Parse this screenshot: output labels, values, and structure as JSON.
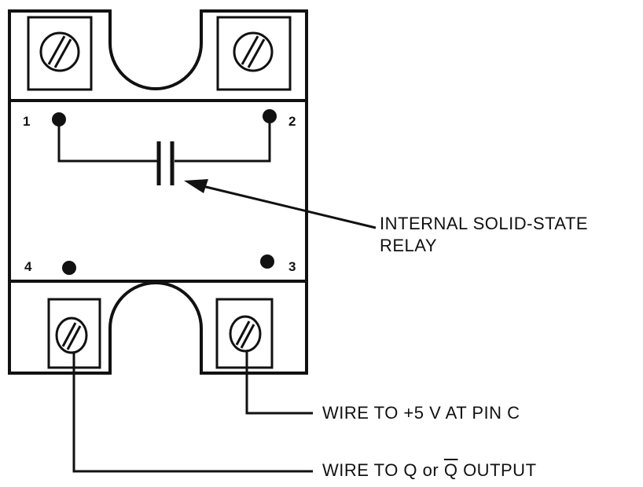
{
  "diagram": {
    "pins": [
      {
        "id": "pin-1",
        "label": "1"
      },
      {
        "id": "pin-2",
        "label": "2"
      },
      {
        "id": "pin-3",
        "label": "3"
      },
      {
        "id": "pin-4",
        "label": "4"
      }
    ],
    "relay_label_line1": "INTERNAL SOLID-STATE",
    "relay_label_line2": "RELAY",
    "wire_5v_label": "WIRE TO +5 V  AT PIN C",
    "wire_q_prefix": "WIRE TO Q or ",
    "wire_q_bar": "Q",
    "wire_q_suffix": " OUTPUT",
    "colors": {
      "ink": "#111111",
      "background": "#ffffff"
    }
  }
}
